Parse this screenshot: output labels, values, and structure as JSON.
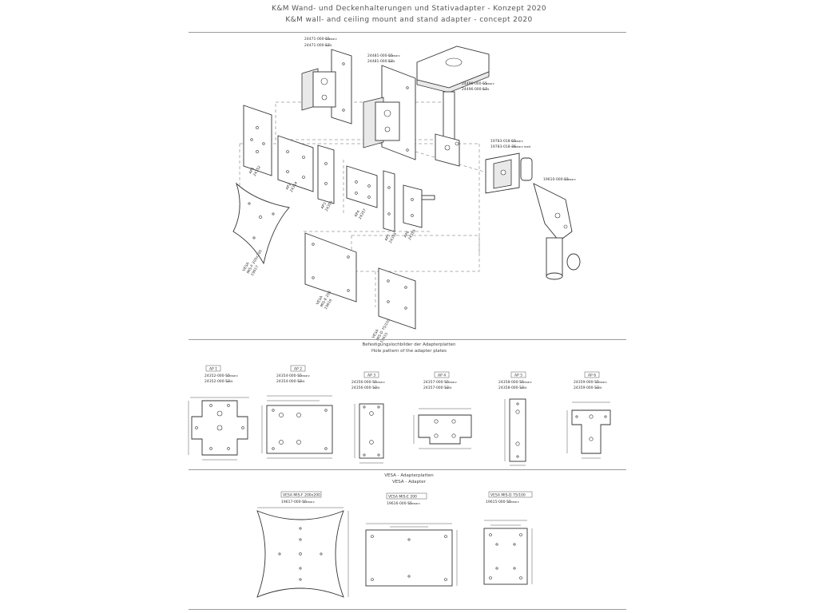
{
  "header": {
    "title_de": "K&M Wand- und Deckenhalterungen und Stativadapter - Konzept 2020",
    "title_en": "K&M wall- and ceiling mount and stand adapter - concept 2020"
  },
  "exploded": {
    "callouts": [
      {
        "code": "24471-000-55",
        "finish": "schwarz"
      },
      {
        "code": "24471-000-57",
        "finish": "weiß"
      },
      {
        "code": "24481-000-55",
        "finish": "schwarz"
      },
      {
        "code": "24481-000-57",
        "finish": "weiß"
      },
      {
        "code": "24496-000-55",
        "finish": "schwarz"
      },
      {
        "code": "24496-000-57",
        "finish": "weiß"
      },
      {
        "code": "19783-018-55",
        "finish": "schwarz"
      },
      {
        "code": "19783-018-76",
        "finish": "schwarz matt"
      },
      {
        "code": "19610-000-55",
        "finish": "schwarz"
      }
    ],
    "plate_labels": [
      {
        "name": "AP1",
        "code": "24352"
      },
      {
        "name": "AP2",
        "code": "24354"
      },
      {
        "name": "AP3",
        "code": "24356"
      },
      {
        "name": "AP4",
        "code": "24357"
      },
      {
        "name": "AP5",
        "code": "24358"
      },
      {
        "name": "AP6",
        "code": "24359"
      }
    ],
    "vesa_labels": [
      {
        "name": "VESA",
        "spec": "MIS-F 200x200",
        "code": "19617"
      },
      {
        "name": "VESA",
        "spec": "MIS-E 200",
        "code": "19616"
      },
      {
        "name": "VESA",
        "spec": "MIS-D 75/100",
        "code": "19615"
      }
    ]
  },
  "hole_pattern": {
    "heading_de": "Befestigungslochbilder der Adapterplatten",
    "heading_en": "Hole pattern of the adapter plates",
    "plates": [
      {
        "name": "AP 1",
        "codes": [
          {
            "code": "24352-000-55",
            "finish": "schwarz"
          },
          {
            "code": "24352-000-57",
            "finish": "weiß"
          }
        ]
      },
      {
        "name": "AP 2",
        "codes": [
          {
            "code": "24354-000-55",
            "finish": "schwarz"
          },
          {
            "code": "24354-000-57",
            "finish": "weiß"
          }
        ]
      },
      {
        "name": "AP 3",
        "codes": [
          {
            "code": "24356-000-55",
            "finish": "schwarz"
          },
          {
            "code": "24356-000-57",
            "finish": "weiß"
          }
        ]
      },
      {
        "name": "AP 4",
        "codes": [
          {
            "code": "24357-000-55",
            "finish": "schwarz"
          },
          {
            "code": "24357-000-57",
            "finish": "weiß"
          }
        ]
      },
      {
        "name": "AP 5",
        "codes": [
          {
            "code": "24358-000-55",
            "finish": "schwarz"
          },
          {
            "code": "24358-000-57",
            "finish": "weiß"
          }
        ]
      },
      {
        "name": "AP 6",
        "codes": [
          {
            "code": "24359-000-55",
            "finish": "schwarz"
          },
          {
            "code": "24359-000-57",
            "finish": "weiß"
          }
        ]
      }
    ]
  },
  "vesa": {
    "heading_de": "VESA - Adapterplatten",
    "heading_en": "VESA - Adapter",
    "plates": [
      {
        "name": "VESA MIS-F 200x200",
        "code": "19617-000-55",
        "finish": "schwarz"
      },
      {
        "name": "VESA MIS-E 200",
        "code": "19616-000-55",
        "finish": "schwarz"
      },
      {
        "name": "VESA MIS-D 75/100",
        "code": "19615-000-55",
        "finish": "schwarz"
      }
    ]
  }
}
